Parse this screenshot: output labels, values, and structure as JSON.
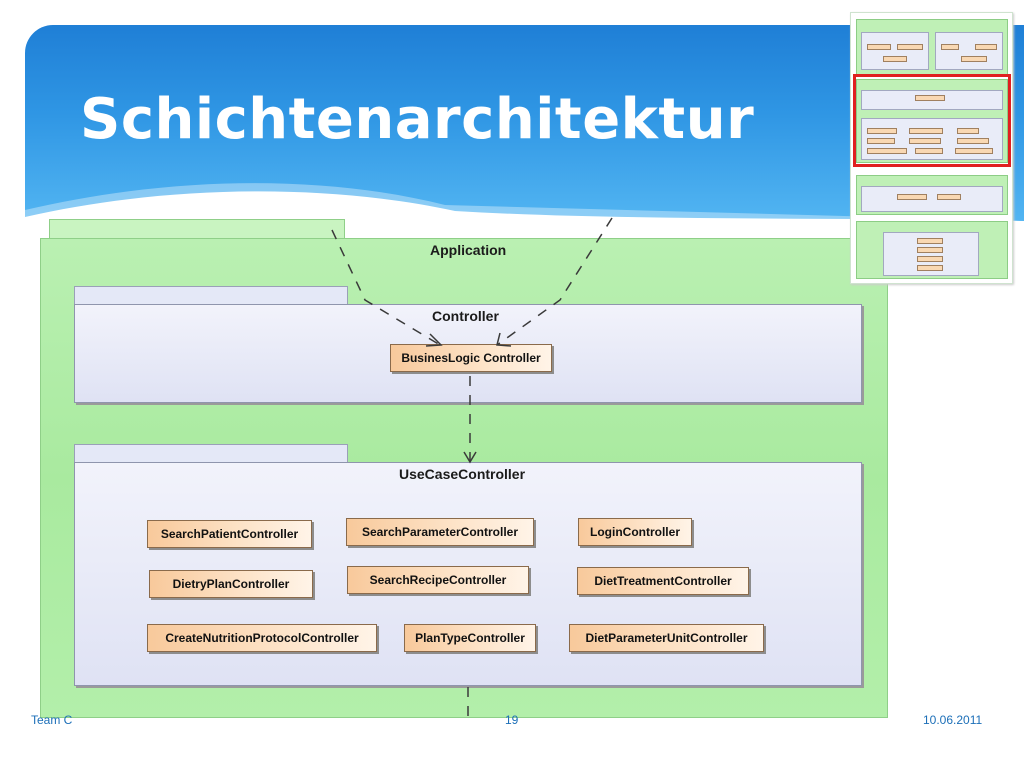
{
  "slide": {
    "title": "Schichtenarchitektur"
  },
  "diagram": {
    "application_label": "Application",
    "controller_label": "Controller",
    "business_logic_class": "BusinesLogic Controller",
    "usecase_label": "UseCaseController",
    "usecase_classes": [
      "SearchPatientController",
      "SearchParameterController",
      "LoginController",
      "DietryPlanController",
      "SearchRecipeController",
      "DietTreatmentController",
      "CreateNutritionProtocolController",
      "PlanTypeController",
      "DietParameterUnitController"
    ]
  },
  "footer": {
    "author": "Team C",
    "page_number": "19",
    "date": "10.06.2011"
  },
  "colors": {
    "title_band": "#2f96e4",
    "package_green": "#b3efaa",
    "package_blue": "#e4e8f7",
    "class_orange": "#f8c99b",
    "highlight_red": "#e02020",
    "footer_text": "#1c6fb8"
  }
}
